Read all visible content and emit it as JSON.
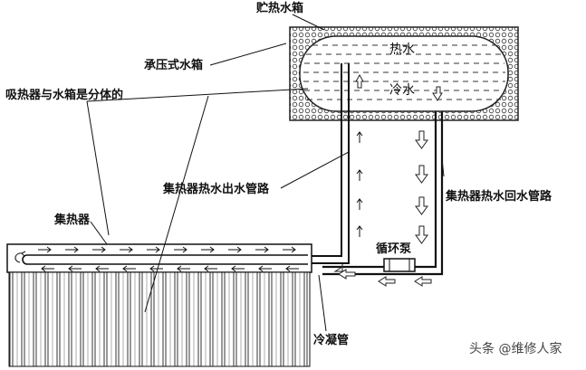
{
  "labels": {
    "storage_tank": "贮热水箱",
    "pressure_tank": "承压式水箱",
    "separate_note": "吸热器与水箱是分体的",
    "hot_water": "热水",
    "cold_water": "冷水",
    "hot_out_pipe": "集热器热水出水管路",
    "hot_return_pipe": "集热器热水回水管路",
    "collector": "集热器",
    "pump": "循环泵",
    "condenser_pipe": "冷凝管",
    "watermark": "头条 @维修人家"
  }
}
